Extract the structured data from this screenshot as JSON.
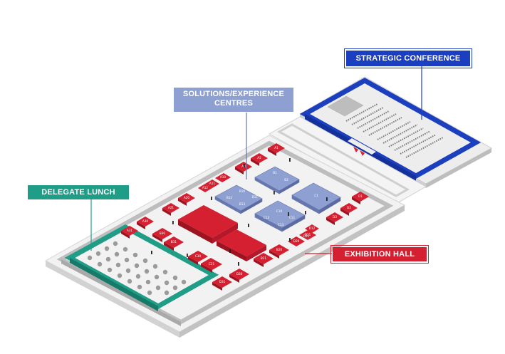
{
  "colors": {
    "exhibition": "#d42031",
    "exhibition_dark": "#9d1420",
    "solutions": "#8e9fd2",
    "solutions_dark": "#6677ad",
    "conference": "#1c3fbf",
    "lunch": "#1f9d86",
    "floor": "#f2f2f2",
    "wall": "#bdbdbd"
  },
  "callouts": {
    "strategic_conference": "STRATEGIC CONFERENCE",
    "solutions_line1": "SOLUTIONS/EXPERIENCE",
    "solutions_line2": "CENTRES",
    "delegate_lunch": "DELEGATE LUNCH",
    "exhibition_hall": "EXHIBITION HALL"
  },
  "booths": {
    "exhibition": [
      "A1",
      "A2",
      "A3",
      "A10",
      "A11",
      "A12",
      "A20",
      "A21",
      "A30",
      "A31",
      "B30",
      "B31",
      "C30",
      "C31",
      "D30",
      "D31",
      "B20",
      "B21",
      "D20",
      "D21",
      "D10",
      "D11",
      "D12",
      "D1",
      "D2",
      "D3"
    ],
    "solutions": [
      "B1",
      "B2",
      "B10",
      "B11",
      "B12",
      "B13",
      "C1",
      "C10",
      "C11",
      "C12",
      "C13"
    ]
  }
}
